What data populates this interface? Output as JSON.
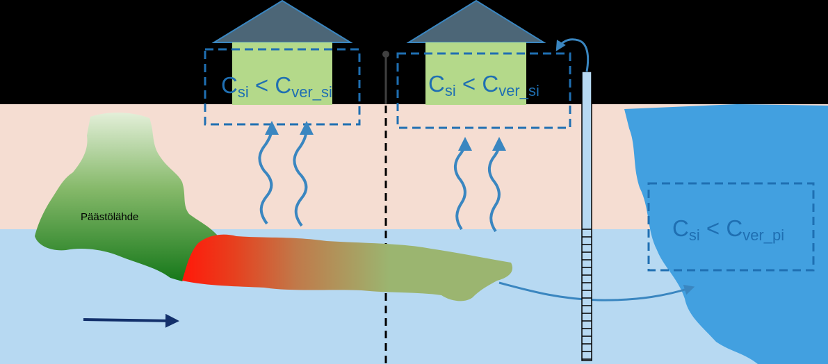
{
  "source_label": "Päästölähde",
  "house_left": {
    "c": "C",
    "sub_a": "si",
    "op": " < ",
    "sub_b": "ver_si"
  },
  "house_right": {
    "c": "C",
    "sub_a": "si",
    "op": " < ",
    "sub_b": "ver_si"
  },
  "surface_water": {
    "c": "C",
    "sub_a": "si",
    "op": " < ",
    "sub_b": "ver_pi"
  },
  "colors": {
    "sky": "#000000",
    "soil": "#f5ddd2",
    "groundwater": "#b7d9f2",
    "lake": "#42a0e0",
    "roof": "#4c6677",
    "house_wall": "#b4d98a",
    "dashed_box": "#1f6fb2",
    "vapour_arrow": "#3a86c0",
    "flow_arrow": "#13306b",
    "plume_hot": "#ff1a0a",
    "plume_cold": "#9bb570",
    "source_top": "#e3efd9",
    "source_bottom": "#16781a"
  },
  "icons": [
    "house-icon",
    "vapour-arrow-icon",
    "groundwater-flow-arrow-icon",
    "monitoring-well-icon",
    "boundary-marker-icon"
  ]
}
